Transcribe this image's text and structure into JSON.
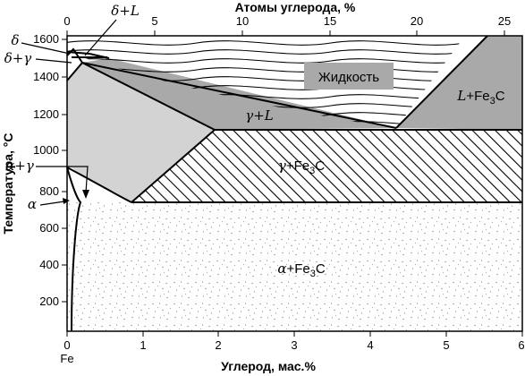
{
  "axes": {
    "bottom_title": "Углерод, мас.%",
    "top_title": "Атомы углерода, %",
    "left_title": "Температура, °С",
    "origin_label": "Fe",
    "x_wt_range": [
      0,
      6
    ],
    "x_at_range": [
      0,
      26
    ],
    "y_range": [
      0,
      1620
    ],
    "bottom_ticks": [
      "0",
      "1",
      "2",
      "3",
      "4",
      "5",
      "6"
    ],
    "top_ticks": [
      "0",
      "5",
      "10",
      "15",
      "20",
      "25"
    ],
    "left_ticks": [
      "200",
      "400",
      "600",
      "800",
      "1000",
      "1200",
      "1400",
      "1600"
    ]
  },
  "labels": {
    "liquid": "Жидкость",
    "l_fe3c_sym": "L",
    "l_fe3c_rest": "+Fe",
    "fe3c_sub": "3",
    "fe3c_c": "C",
    "gamma_l": "γ+L",
    "gamma_fe3c_sym": "γ",
    "gamma_fe3c_rest": "+Fe",
    "alpha_fe3c_sym": "α",
    "alpha_fe3c_rest": "+Fe",
    "delta_l": "δ+L",
    "delta": "δ",
    "delta_gamma": "δ+γ",
    "alpha_gamma": "α+γ",
    "alpha": "α"
  },
  "colors": {
    "gamma_region": "#d3d3d3",
    "gamma_l_region": "#a9a9a9",
    "l_fe3c_region": "#a9a9a9",
    "lines": "#000000"
  }
}
